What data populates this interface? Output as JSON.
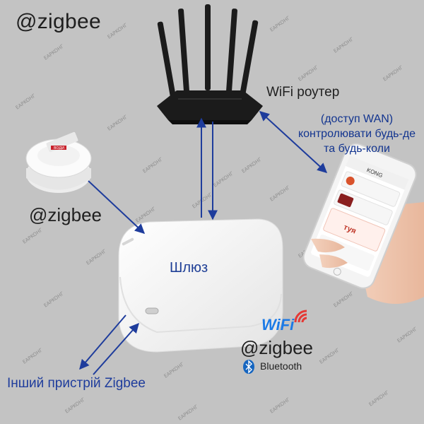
{
  "labels": {
    "title": "@zigbee",
    "sensor_zigbee": "@zigbee",
    "router": "WiFi роутер",
    "wan_lines": [
      "(доступ WAN)",
      "контролювати будь-де",
      "та будь-коли"
    ],
    "gateway": "Шлюз",
    "other_device": "Інший пристрій Zigbee",
    "hub_zigbee": "@zigbee",
    "bluetooth": "Bluetooth",
    "wifi_logo": "WiFi"
  },
  "watermark": "EAPKOHГ",
  "sensor_tag": "ВОДИ",
  "phone": {
    "app_header": "KONG",
    "tile_text": "туя"
  },
  "colors": {
    "background": "#c3c3c3",
    "arrow": "#1e3c9c",
    "router": "#1b1b1b",
    "device": "#f7f7f7"
  }
}
